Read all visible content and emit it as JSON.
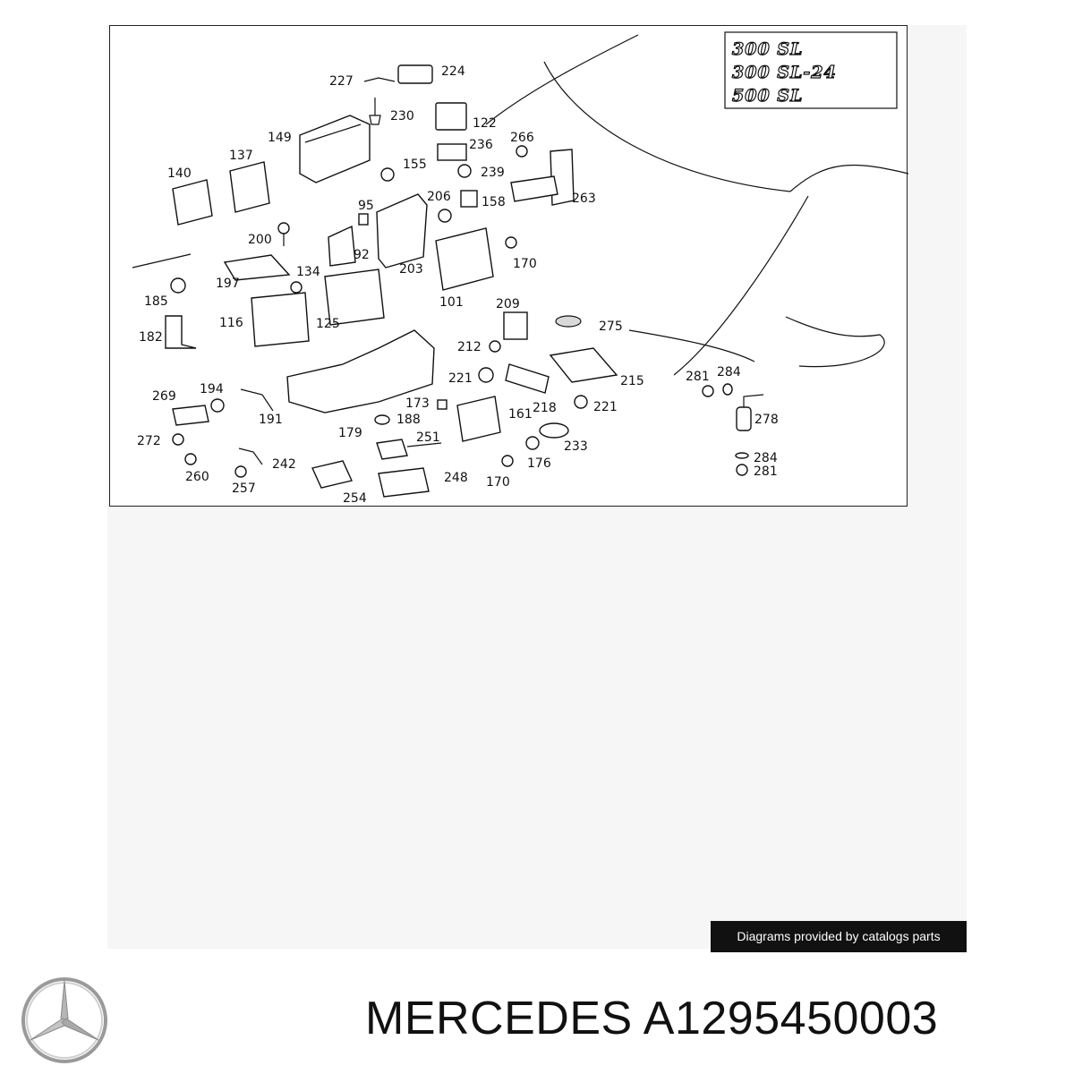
{
  "diagram": {
    "model_variants": [
      "300 SL",
      "300 SL-24",
      "500 SL"
    ],
    "callouts": [
      {
        "id": "c227",
        "label": "227"
      },
      {
        "id": "c224",
        "label": "224"
      },
      {
        "id": "c230",
        "label": "230"
      },
      {
        "id": "c149",
        "label": "149"
      },
      {
        "id": "c122",
        "label": "122"
      },
      {
        "id": "c266",
        "label": "266"
      },
      {
        "id": "c236",
        "label": "236"
      },
      {
        "id": "c137",
        "label": "137"
      },
      {
        "id": "c155",
        "label": "155"
      },
      {
        "id": "c239",
        "label": "239"
      },
      {
        "id": "c140",
        "label": "140"
      },
      {
        "id": "c206",
        "label": "206"
      },
      {
        "id": "c158",
        "label": "158"
      },
      {
        "id": "c263",
        "label": "263"
      },
      {
        "id": "c95",
        "label": "95"
      },
      {
        "id": "c200",
        "label": "200"
      },
      {
        "id": "c92",
        "label": "92"
      },
      {
        "id": "c170a",
        "label": "170"
      },
      {
        "id": "c197",
        "label": "197"
      },
      {
        "id": "c134",
        "label": "134"
      },
      {
        "id": "c203",
        "label": "203"
      },
      {
        "id": "c185",
        "label": "185"
      },
      {
        "id": "c101",
        "label": "101"
      },
      {
        "id": "c209",
        "label": "209"
      },
      {
        "id": "c116",
        "label": "116"
      },
      {
        "id": "c125",
        "label": "125"
      },
      {
        "id": "c275",
        "label": "275"
      },
      {
        "id": "c182",
        "label": "182"
      },
      {
        "id": "c212",
        "label": "212"
      },
      {
        "id": "c221a",
        "label": "221"
      },
      {
        "id": "c215",
        "label": "215"
      },
      {
        "id": "c281a",
        "label": "281"
      },
      {
        "id": "c284a",
        "label": "284"
      },
      {
        "id": "c269",
        "label": "269"
      },
      {
        "id": "c194",
        "label": "194"
      },
      {
        "id": "c173",
        "label": "173"
      },
      {
        "id": "c218",
        "label": "218"
      },
      {
        "id": "c221b",
        "label": "221"
      },
      {
        "id": "c191",
        "label": "191"
      },
      {
        "id": "c188",
        "label": "188"
      },
      {
        "id": "c161",
        "label": "161"
      },
      {
        "id": "c278",
        "label": "278"
      },
      {
        "id": "c179",
        "label": "179"
      },
      {
        "id": "c272",
        "label": "272"
      },
      {
        "id": "c251",
        "label": "251"
      },
      {
        "id": "c233",
        "label": "233"
      },
      {
        "id": "c260",
        "label": "260"
      },
      {
        "id": "c242",
        "label": "242"
      },
      {
        "id": "c176",
        "label": "176"
      },
      {
        "id": "c284b",
        "label": "284"
      },
      {
        "id": "c281b",
        "label": "281"
      },
      {
        "id": "c248",
        "label": "248"
      },
      {
        "id": "c257",
        "label": "257"
      },
      {
        "id": "c170b",
        "label": "170"
      },
      {
        "id": "c254",
        "label": "254"
      }
    ]
  },
  "credit": "Diagrams provided by catalogs parts",
  "brand": {
    "title": "MERCEDES A1295450003",
    "logo_icon": "mercedes-star-icon"
  }
}
